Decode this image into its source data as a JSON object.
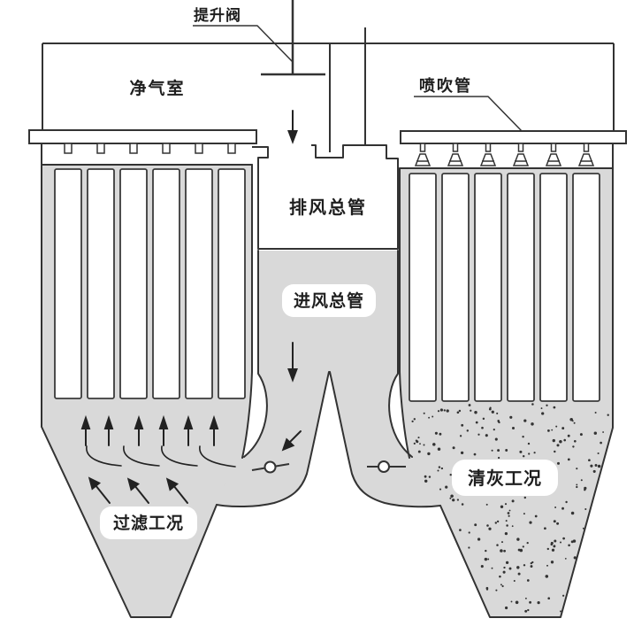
{
  "labels": {
    "lift_valve": "提升阀",
    "clean_air_chamber": "净气室",
    "blow_pipe": "喷吹管",
    "exhaust_manifold": "排风总管",
    "inlet_manifold": "进风总管",
    "filtering_condition": "过滤工况",
    "cleaning_condition": "清灰工况"
  },
  "colors": {
    "line": "#333333",
    "chamber_fill": "#d9d9d9",
    "background": "#ffffff",
    "label_text": "#1e1e1e",
    "dust_dot": "#333333"
  },
  "structure": {
    "left_bag_count": 6,
    "right_bag_count": 6,
    "nozzle_count": 6,
    "hanger_count": 6
  }
}
